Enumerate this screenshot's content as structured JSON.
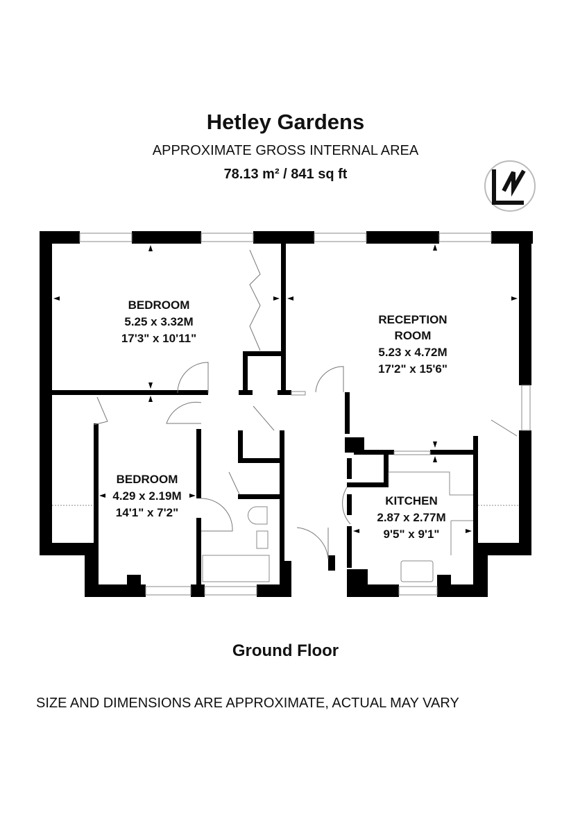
{
  "header": {
    "title": "Hetley Gardens",
    "subtitle": "APPROXIMATE GROSS INTERNAL AREA",
    "area": "78.13 m² / 841 sq ft"
  },
  "compass": {
    "icon": "north-arrow-icon"
  },
  "rooms": [
    {
      "name": "BEDROOM",
      "metric": "5.25 x 3.32M",
      "imperial": "17'3\" x 10'11\""
    },
    {
      "name": "RECEPTION",
      "name2": "ROOM",
      "metric": "5.23 x 4.72M",
      "imperial": "17'2\" x 15'6\""
    },
    {
      "name": "BEDROOM",
      "metric": "4.29 x 2.19M",
      "imperial": "14'1\" x 7'2\""
    },
    {
      "name": "KITCHEN",
      "metric": "2.87 x 2.77M",
      "imperial": "9'5\" x 9'1\""
    }
  ],
  "floor_label": "Ground Floor",
  "disclaimer": "SIZE AND DIMENSIONS ARE APPROXIMATE, ACTUAL MAY VARY"
}
